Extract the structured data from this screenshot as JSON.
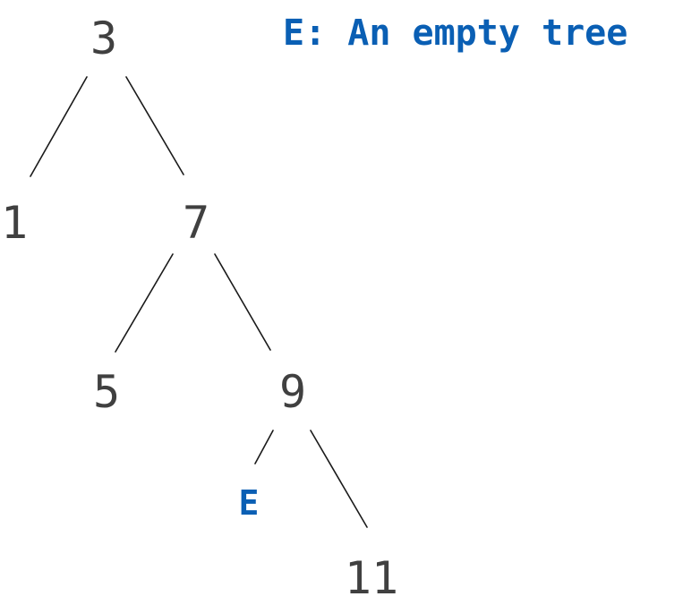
{
  "legend": {
    "text": "E: An empty tree"
  },
  "tree": {
    "nodes": [
      {
        "id": "n3",
        "label": "3"
      },
      {
        "id": "n1",
        "label": "1"
      },
      {
        "id": "n7",
        "label": "7"
      },
      {
        "id": "n5",
        "label": "5"
      },
      {
        "id": "n9",
        "label": "9"
      },
      {
        "id": "nE",
        "label": "E",
        "empty": true
      },
      {
        "id": "n11",
        "label": "11"
      }
    ],
    "edges": [
      {
        "from": "n3",
        "to": "n1"
      },
      {
        "from": "n3",
        "to": "n7"
      },
      {
        "from": "n7",
        "to": "n5"
      },
      {
        "from": "n7",
        "to": "n9"
      },
      {
        "from": "n9",
        "to": "nE"
      },
      {
        "from": "n9",
        "to": "n11"
      }
    ]
  },
  "colors": {
    "node_text": "#404040",
    "edge": "#1a1a1a",
    "accent": "#0a5fb4"
  }
}
